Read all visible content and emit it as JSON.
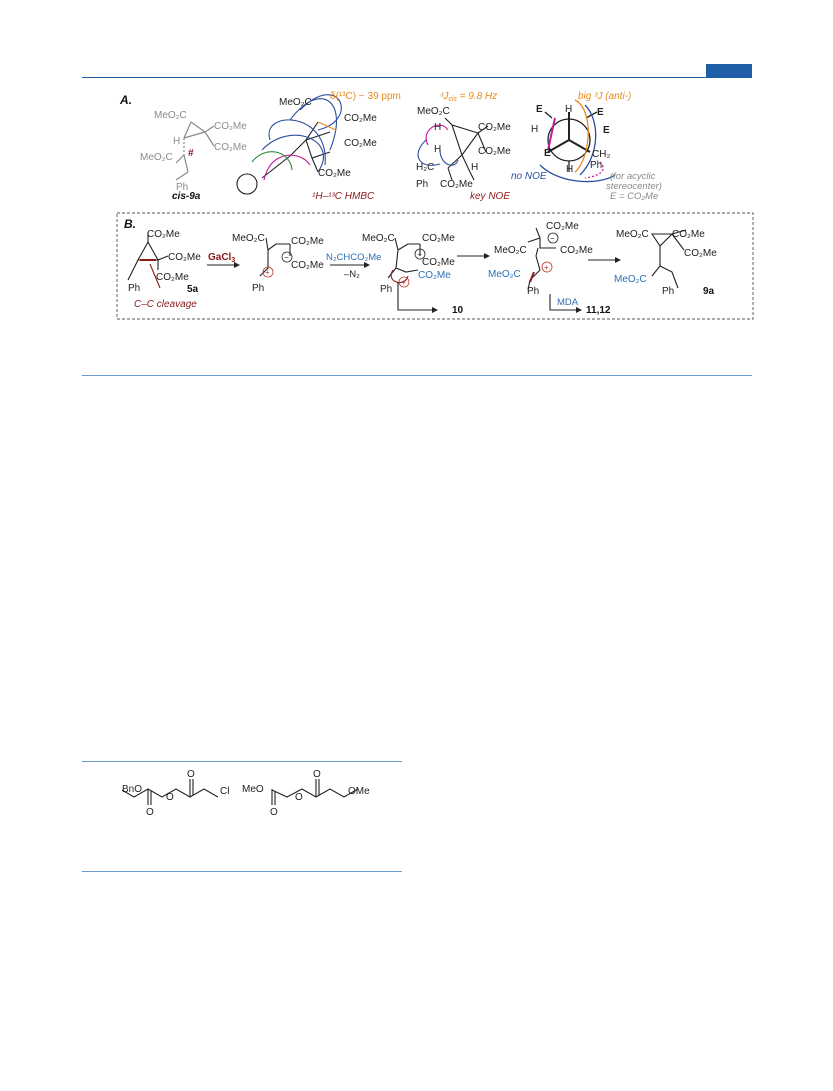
{
  "panelA": {
    "label": "A.",
    "compound1": {
      "name": "cis-9a",
      "MeO2C_top": "MeO₂C",
      "CO2Me_a": "CO₂Me",
      "CO2Me_b": "CO₂Me",
      "H": "H",
      "MeO2C_left": "MeO₂C",
      "hash": "#",
      "Ph": "Ph"
    },
    "compound2": {
      "shift_note": "δ(¹³C) ~ 39 ppm",
      "MeO2C": "MeO₂C",
      "CO2Me_a": "CO₂Me",
      "CO2Me_b": "CO₂Me",
      "CO2Me_c": "CO₂Me",
      "caption": "¹H–¹³C HMBC"
    },
    "compound3": {
      "jcis": "³J",
      "jcis_sub": "cis",
      "jcis_val": " = 9.8 Hz",
      "MeO2C": "MeO₂C",
      "CO2Me_a": "CO₂Me",
      "CO2Me_b": "CO₂Me",
      "CO2Me_c": "CO₂Me",
      "H1": "H",
      "H2": "H",
      "H3": "H",
      "H2C": "H₂C",
      "Ph": "Ph",
      "caption": "key NOE"
    },
    "compound4": {
      "note": "big ³J (anti-)",
      "E1": "E",
      "E2": "E",
      "E3": "E",
      "E4": "E",
      "H1": "H",
      "H2": "H",
      "H3": "H",
      "CH2": "CH₂",
      "Ph": "Ph",
      "no_noe": "no NOE",
      "acyclic1": "(for acyclic",
      "acyclic2": "stereocenter)",
      "acyclic3": "E = CO₂Me"
    }
  },
  "panelB": {
    "label": "B.",
    "s1": {
      "CO2Me_a": "CO₂Me",
      "CO2Me_b": "CO₂Me",
      "CO2Me_c": "CO₂Me",
      "Ph": "Ph",
      "name": "5a",
      "cleavage": "C–C cleavage"
    },
    "arrow1_label": "GaCl",
    "arrow1_sub": "3",
    "s2": {
      "MeO2C": "MeO₂C",
      "CO2Me_a": "CO₂Me",
      "CO2Me_b": "CO₂Me",
      "Ph": "Ph",
      "minus": "−",
      "plus": "+"
    },
    "arrow2_top": "N₂CHCO₂Me",
    "arrow2_bottom": "–N₂",
    "s3": {
      "MeO2C": "MeO₂C",
      "CO2Me_a": "CO₂Me",
      "CO2Me_b": "CO₂Me",
      "CO2Me_blue": "CO₂Me",
      "Ph": "Ph",
      "minus": "−",
      "plus": "+",
      "product": "10"
    },
    "s4": {
      "CO2Me_top": "CO₂Me",
      "MeO2C": "MeO₂C",
      "CO2Me_b": "CO₂Me",
      "MeO2C_blue": "MeO₂C",
      "Ph": "Ph",
      "minus": "−",
      "plus": "+",
      "reagent": "MDA",
      "product": "11,12"
    },
    "s5": {
      "MeO2C": "MeO₂C",
      "CO2Me_a": "CO₂Me",
      "CO2Me_b": "CO₂Me",
      "MeO2C_blue": "MeO₂C",
      "Ph": "Ph",
      "name": "9a"
    }
  },
  "scheme2": {
    "c1": {
      "BnO": "BnO",
      "O1": "O",
      "O2": "O",
      "O3": "O",
      "Cl": "Cl"
    },
    "c2": {
      "MeO": "MeO",
      "O1": "O",
      "O2": "O",
      "O3": "O",
      "OMe": "OMe"
    }
  },
  "colors": {
    "accent_blue": "#1f5fa8",
    "rule_blue": "#6b9bd1",
    "orange": "#e8891c",
    "dark_red": "#8b1a1a",
    "magenta": "#c2189a",
    "nav_blue": "#2b4fa0",
    "green": "#2e8b3a",
    "grey": "#8a8a8a",
    "chem_blue": "#2d6fb5"
  }
}
